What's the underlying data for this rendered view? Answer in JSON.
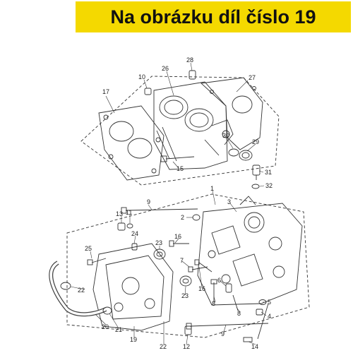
{
  "banner": {
    "text": "Na obrázku díl číslo 19",
    "color": "#f4d900"
  },
  "diagram": {
    "line_color": "#333333",
    "highlight_color": "#e9e9e9",
    "part_numbers": [
      "1",
      "2",
      "3",
      "4",
      "5",
      "6",
      "7",
      "8",
      "8",
      "9",
      "9",
      "10",
      "11",
      "12",
      "13",
      "14",
      "15",
      "16",
      "16",
      "17",
      "18",
      "19",
      "20",
      "21",
      "22",
      "23",
      "23",
      "24",
      "25",
      "26",
      "27",
      "28",
      "29",
      "30",
      "31",
      "32"
    ]
  }
}
